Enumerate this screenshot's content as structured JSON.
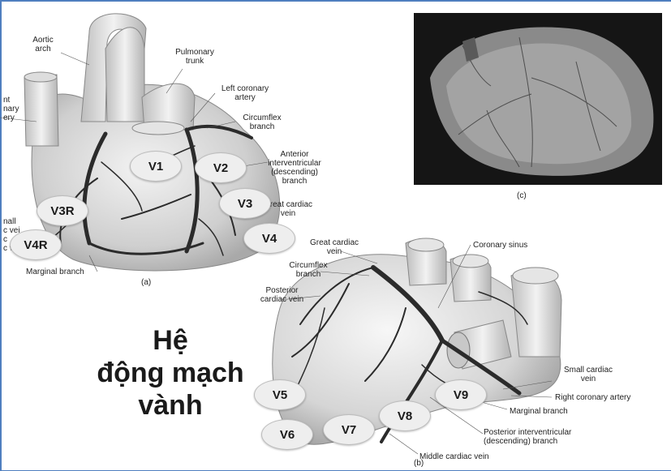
{
  "diagram_a": {
    "labels": {
      "aortic_arch": "Aortic\narch",
      "pulmonary_trunk": "Pulmonary\ntrunk",
      "left_coronary": "Left coronary\nartery",
      "circumflex": "Circumflex\nbranch",
      "anterior_interventricular": "Anterior\ninterventricular\n(descending)\nbranch",
      "great_cardiac_a": "Great cardiac\nvein",
      "marginal_a": "Marginal branch",
      "cut_right_top": "nt\nnary\nery",
      "cut_left_bottom": "nall\nc vei\nc\nc veins",
      "caption": "(a)"
    },
    "leads": [
      "V1",
      "V2",
      "V3",
      "V3R",
      "V4",
      "V4R"
    ]
  },
  "diagram_b": {
    "labels": {
      "great_cardiac_b": "Great cardiac\nvein",
      "circumflex_b": "Circumflex\nbranch",
      "posterior_cardiac": "Posterior\ncardiac vein",
      "coronary_sinus": "Coronary sinus",
      "small_cardiac": "Small cardiac\nvein",
      "right_coronary": "Right coronary artery",
      "marginal_b": "Marginal branch",
      "posterior_interventricular": "Posterior interventricular\n(descending) branch",
      "middle_cardiac": "Middle cardiac vein",
      "caption": "(b)"
    },
    "leads": [
      "V5",
      "V6",
      "V7",
      "V8",
      "V9"
    ]
  },
  "photo_caption": "(c)",
  "title": [
    "Hệ",
    "động mạch",
    "vành"
  ]
}
